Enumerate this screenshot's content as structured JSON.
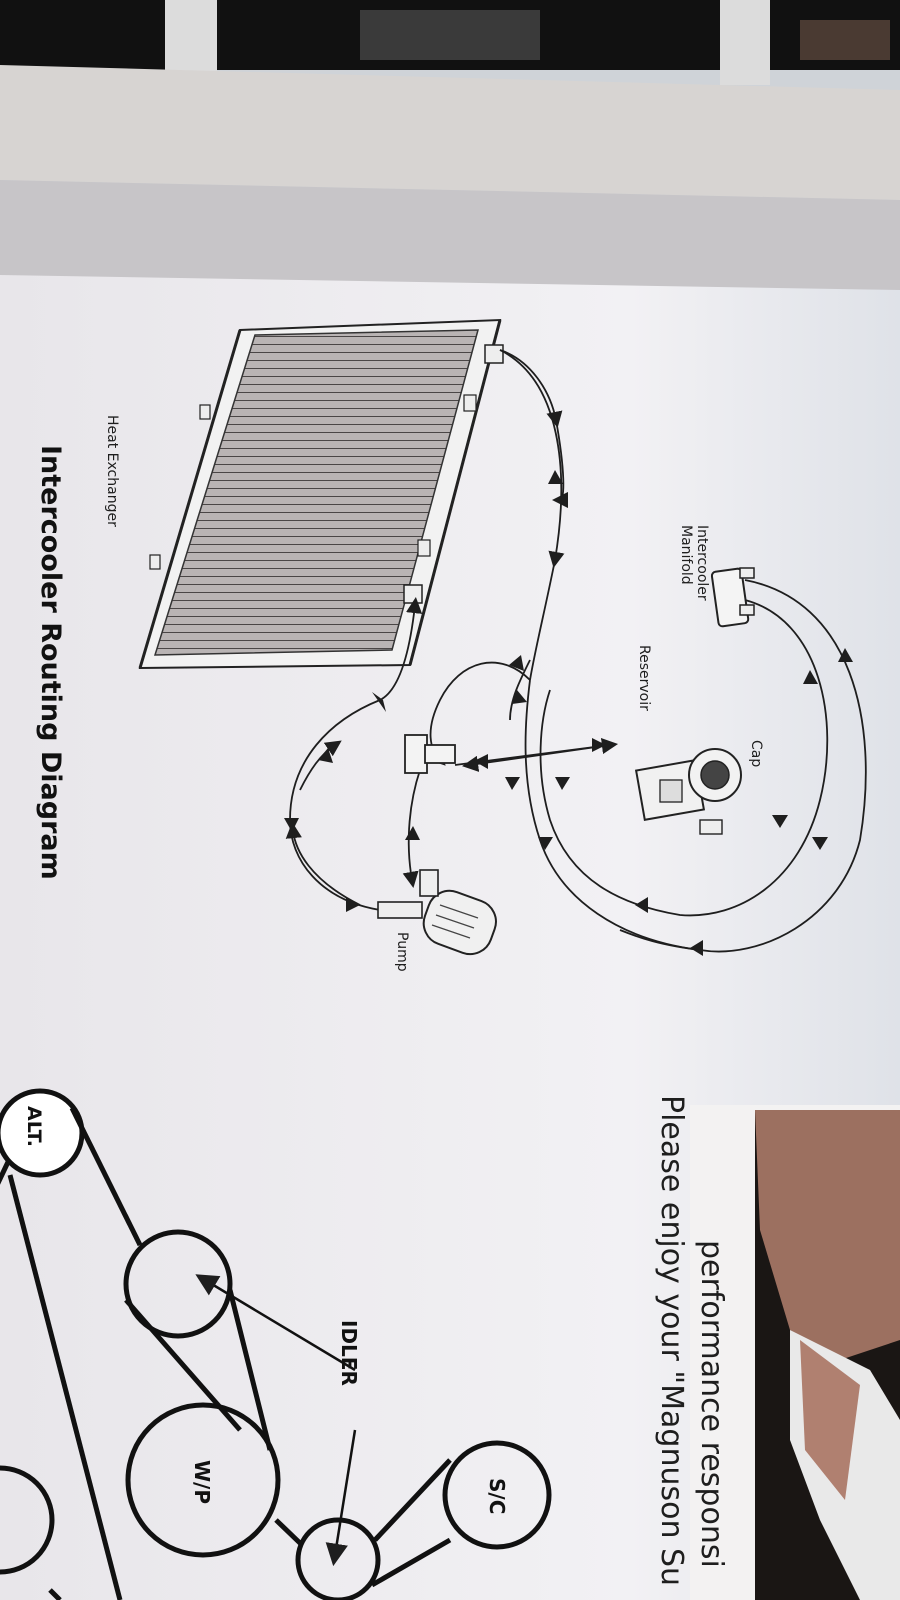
{
  "diagram": {
    "title": "Intercooler Routing Diagram",
    "labels": {
      "heat_exchanger": "Heat Exchanger",
      "intercooler_manifold_line1": "Intercooler",
      "intercooler_manifold_line2": "Manifold",
      "reservoir": "Reservoir",
      "cap": "Cap",
      "pump": "Pump"
    }
  },
  "belt_diagram": {
    "labels": {
      "alt": "ALT.",
      "idler": "IDLER",
      "wp": "W/P",
      "sc": "S/C"
    }
  },
  "facing_page": {
    "line1": "Please enjoy your \"Magnuson Su",
    "line2": "performance responsi"
  },
  "colors": {
    "paper": "#ecebf0",
    "ink": "#1e1e1e",
    "photo_dark": "#1a1614"
  }
}
